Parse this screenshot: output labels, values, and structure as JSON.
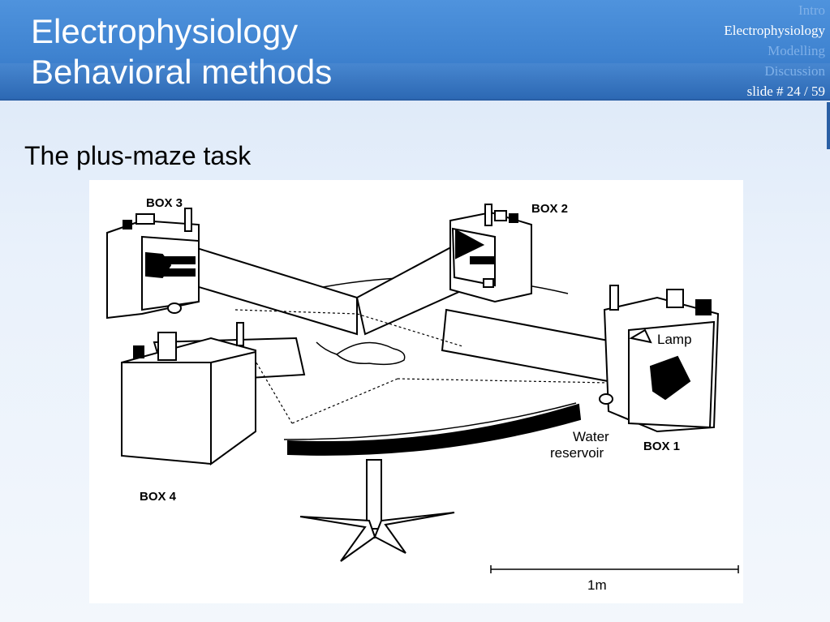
{
  "header": {
    "title_line1": "Electrophysiology",
    "title_line2": "Behavioral methods"
  },
  "nav": {
    "items": [
      "Intro",
      "Electrophysiology",
      "Modelling",
      "Discussion"
    ],
    "slide_number": "slide # 24 / 59"
  },
  "content": {
    "subtitle": "The plus-maze task"
  },
  "figure": {
    "box1": "BOX 1",
    "box2": "BOX 2",
    "box3": "BOX 3",
    "box4": "BOX 4",
    "lamp": "Lamp",
    "water_line1": "Water",
    "water_line2": "reservoir",
    "scale": "1m"
  }
}
